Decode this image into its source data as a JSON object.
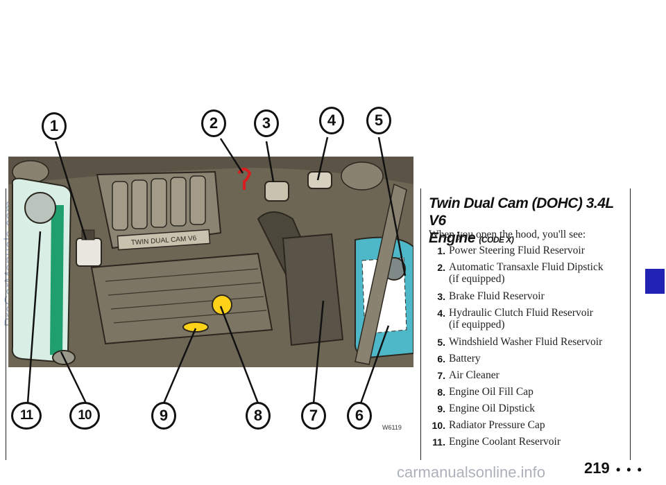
{
  "watermarks": {
    "left": "ProCarManuals.com",
    "bottom": "carmanualsonline.info"
  },
  "figure": {
    "code": "W6119",
    "engine_cover_text": "TWIN DUAL CAM V6",
    "callouts": [
      "1",
      "2",
      "3",
      "4",
      "5",
      "6",
      "7",
      "8",
      "9",
      "10",
      "11"
    ]
  },
  "section": {
    "title": "Twin Dual Cam (DOHC) 3.4L V6",
    "title_line2": "Engine",
    "code": "(CODE X)",
    "intro": "When you open the hood, you'll see:",
    "items": [
      {
        "num": "1.",
        "text": "Power Steering Fluid Reservoir",
        "sub": ""
      },
      {
        "num": "2.",
        "text": "Automatic Transaxle Fluid Dipstick",
        "sub": "(if equipped)"
      },
      {
        "num": "3.",
        "text": "Brake Fluid Reservoir",
        "sub": ""
      },
      {
        "num": "4.",
        "text": "Hydraulic Clutch Fluid Reservoir",
        "sub": "(if equipped)"
      },
      {
        "num": "5.",
        "text": "Windshield Washer Fluid Reservoir",
        "sub": ""
      },
      {
        "num": "6.",
        "text": "Battery",
        "sub": ""
      },
      {
        "num": "7.",
        "text": "Air Cleaner",
        "sub": ""
      },
      {
        "num": "8.",
        "text": "Engine Oil Fill Cap",
        "sub": ""
      },
      {
        "num": "9.",
        "text": "Engine Oil Dipstick",
        "sub": ""
      },
      {
        "num": "10.",
        "text": "Radiator Pressure Cap",
        "sub": ""
      },
      {
        "num": "11.",
        "text": "Engine Coolant Reservoir",
        "sub": ""
      }
    ]
  },
  "page": {
    "number": "219",
    "dots": "• • •"
  },
  "colors": {
    "tab_marker": "#2222b4",
    "engine_bay": "#6a6252",
    "coolant_tank": "#d9efe6",
    "coolant_stripe": "#1f9e6e",
    "washer_tank": "#4fb8c8",
    "oil_cap": "#ffd21a",
    "dipstick_loop": "#d81e1e"
  }
}
